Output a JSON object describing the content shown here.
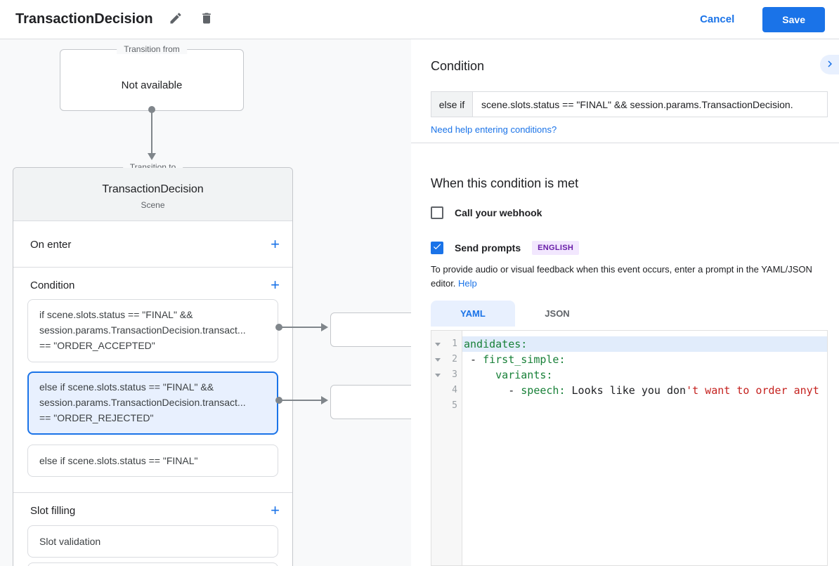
{
  "header": {
    "title": "TransactionDecision",
    "cancel": "Cancel",
    "save": "Save"
  },
  "icons": {
    "add": "+"
  },
  "canvas": {
    "transition_from": {
      "legend": "Transition from",
      "value": "Not available"
    },
    "scene": {
      "legend": "Transition to",
      "name": "TransactionDecision",
      "type": "Scene",
      "on_enter": {
        "title": "On enter"
      },
      "condition": {
        "title": "Condition",
        "items": [
          {
            "l1": "if scene.slots.status == \"FINAL\" &&",
            "l2": "session.params.TransactionDecision.transact...",
            "l3": "== \"ORDER_ACCEPTED\""
          },
          {
            "l1": "else if scene.slots.status == \"FINAL\" &&",
            "l2": "session.params.TransactionDecision.transact...",
            "l3": "== \"ORDER_REJECTED\""
          },
          {
            "l1": "else if scene.slots.status == \"FINAL\""
          }
        ]
      },
      "slot_filling": {
        "title": "Slot filling",
        "items": [
          {
            "label": "Slot validation"
          }
        ]
      }
    }
  },
  "panel": {
    "condition": {
      "title": "Condition",
      "prefix": "else if",
      "expression": "scene.slots.status == \"FINAL\" && session.params.TransactionDecision.",
      "help": "Need help entering conditions?"
    },
    "when": {
      "title": "When this condition is met",
      "webhook_label": "Call your webhook",
      "prompts_label": "Send prompts",
      "badge": "ENGLISH",
      "desc": "To provide audio or visual feedback when this event occurs, enter a prompt in the YAML/JSON editor. ",
      "help": "Help"
    },
    "editor": {
      "tabs": {
        "yaml": "YAML",
        "json": "JSON"
      },
      "gutter": {
        "n1": "1",
        "n2": "2",
        "n3": "3",
        "n4": "4",
        "n5": "5"
      },
      "code": {
        "l1": {
          "k": "andidates:"
        },
        "l2": {
          "p": " - ",
          "k": "first_simple:"
        },
        "l3": {
          "p": "     ",
          "k": "variants:"
        },
        "l4": {
          "p": "       - ",
          "k": "speech:",
          "t": " Looks like you don",
          "s": "'t want to order anyt"
        },
        "l5": {
          "p": ""
        }
      }
    },
    "colors": {
      "accent": "#1a73e8",
      "accent_bg": "#e8f0fe",
      "key_green": "#188038",
      "string_red": "#c5221f"
    }
  }
}
